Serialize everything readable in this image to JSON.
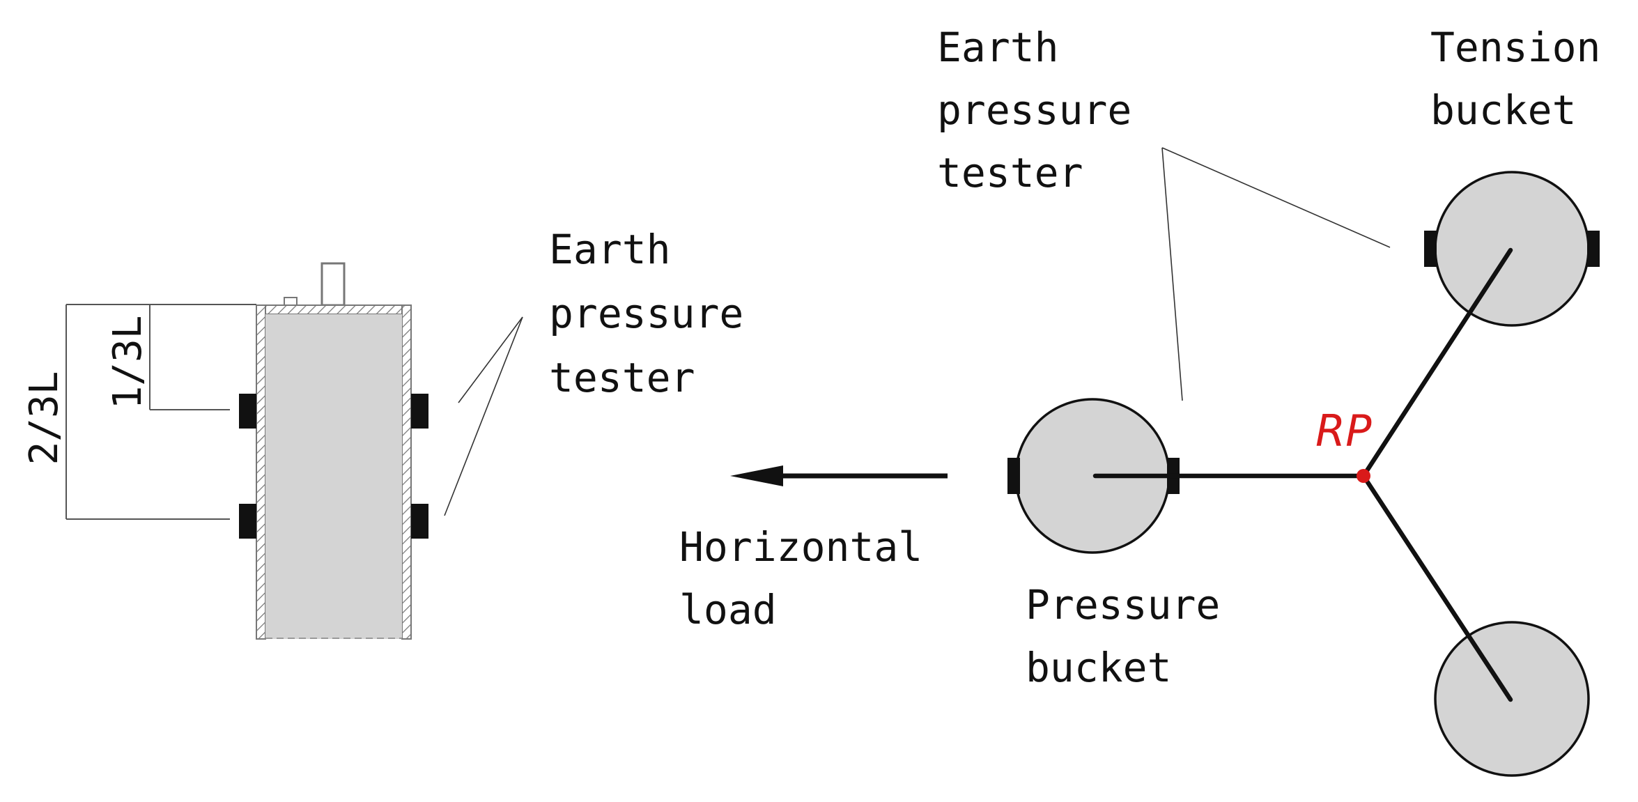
{
  "labels": {
    "dim_two_thirds": "2/3L",
    "dim_one_third": "1/3L",
    "tester_left": [
      "Earth",
      "pressure",
      "tester"
    ],
    "tester_top": [
      "Earth",
      "pressure",
      "tester"
    ],
    "tension_bucket": [
      "Tension",
      "bucket"
    ],
    "rp": "RP",
    "horizontal_load": [
      "Horizontal",
      "load"
    ],
    "pressure_bucket": [
      "Pressure",
      "bucket"
    ]
  },
  "colors": {
    "bucket_fill": "#d4d4d4",
    "line": "#111111",
    "rp": "#d91a1a"
  }
}
